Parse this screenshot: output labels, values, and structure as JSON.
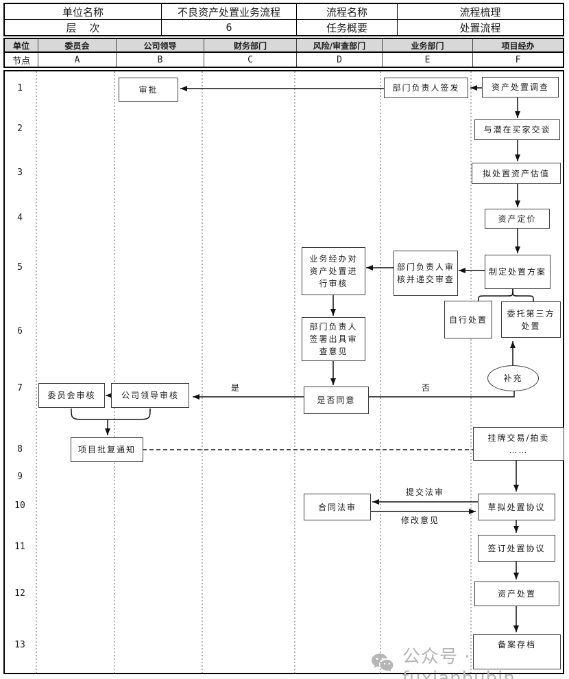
{
  "meta": {
    "unit_name_label": "单位名称",
    "unit_name_value": "不良资产处置业务流程",
    "process_name_label": "流程名称",
    "process_name_value": "流程梳理",
    "level_label": "层    次",
    "level_value": "6",
    "task_label": "任务概要",
    "task_value": "处置流程"
  },
  "lanes": {
    "unit_header": "单位",
    "node_header": "节点",
    "columns": [
      {
        "name": "委员会",
        "code": "A"
      },
      {
        "name": "公司领导",
        "code": "B"
      },
      {
        "name": "财务部门",
        "code": "C"
      },
      {
        "name": "风险/审查部门",
        "code": "D"
      },
      {
        "name": "业务部门",
        "code": "E"
      },
      {
        "name": "项目经办",
        "code": "F"
      }
    ]
  },
  "row_numbers": [
    "1",
    "2",
    "3",
    "4",
    "5",
    "6",
    "7",
    "8",
    "9",
    "10",
    "11",
    "12",
    "13"
  ],
  "nodes": {
    "approve": "审批",
    "dept_head_issue": "部门负责人签发",
    "asset_survey": "资产处置调查",
    "talk_buyers": "与潜在买家交谈",
    "valuation": "拟处置资产估值",
    "pricing": "资产定价",
    "make_plan": "制定处置方案",
    "handler_review": "业务经办对资产处置进行审核",
    "dept_head_submit": "部门负责人审核并递交审查",
    "self_dispose": "自行处置",
    "third_party": "委托第三方处置",
    "sign_opinion": "部门负责人签署出具审查意见",
    "supplement": "补充",
    "committee_review": "委员会审核",
    "leader_review": "公司领导审核",
    "agree": "是否同意",
    "approval_notice": "项目批复通知",
    "listing_auction": "挂牌交易/拍卖\n……",
    "contract_review": "合同法审",
    "draft_agreement": "草拟处置协议",
    "sign_agreement": "签订处置协议",
    "asset_disposal": "资产处置",
    "archive": "备案存档"
  },
  "edge_labels": {
    "yes": "是",
    "no": "否",
    "submit_legal": "提交法审",
    "revision": "修改意见"
  },
  "watermark": {
    "text": "公众号 · fuxianbubin"
  },
  "colors": {
    "header_fill": "#d8d8d8",
    "table_border": "#000000",
    "box_border": "#3c3c3c",
    "watermark_gray": "#b5b5b5"
  }
}
